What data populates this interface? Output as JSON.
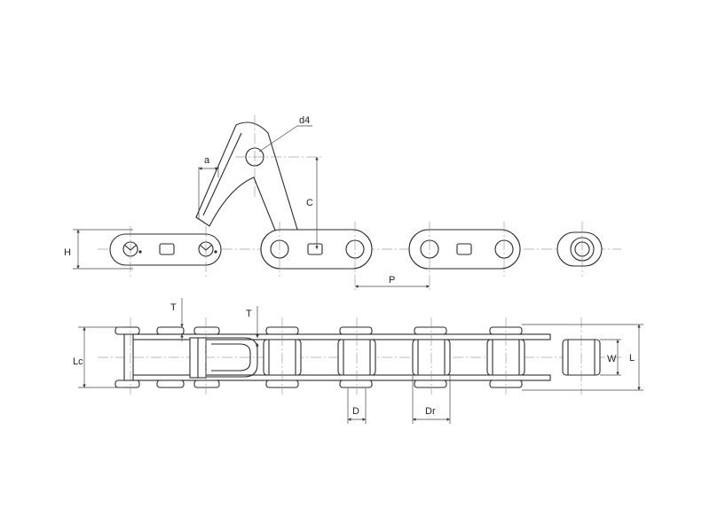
{
  "labels": {
    "d4": "d4",
    "a": "a",
    "C": "C",
    "H": "H",
    "P": "P",
    "T_left": "T",
    "T_right": "T",
    "Lc": "Lc",
    "W": "W",
    "L": "L",
    "D": "D",
    "Dr": "Dr"
  }
}
